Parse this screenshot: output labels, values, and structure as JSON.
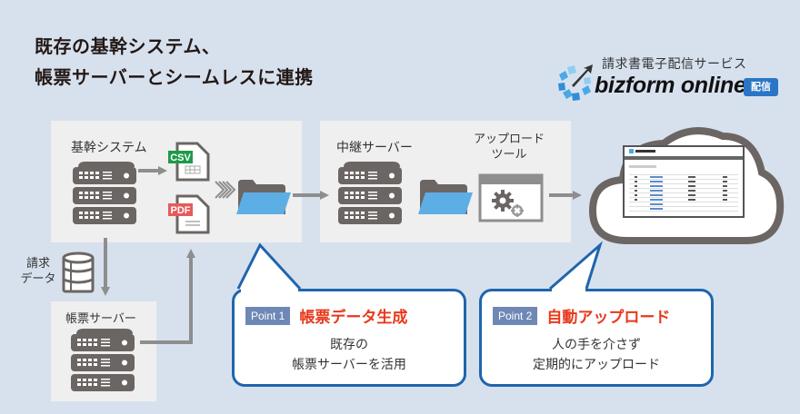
{
  "title": {
    "line1": "既存の基幹システム、",
    "line2": "帳票サーバーとシームレスに連携"
  },
  "brand": {
    "subtitle": "請求書電子配信サービス",
    "name": "bizform online",
    "badge": "配信",
    "logo_icon": "bizform-logo-icon",
    "colors": {
      "badge": "#2b76c4",
      "logo_blue": "#4aa8e8"
    }
  },
  "nodes": {
    "core_system": {
      "label": "基幹システム"
    },
    "csv_file": {
      "tag": "CSV",
      "color": "#1e9a4a"
    },
    "pdf_file": {
      "tag": "PDF",
      "color": "#e85a5a"
    },
    "relay_server": {
      "label": "中継サーバー"
    },
    "upload_tool": {
      "label_line1": "アップロード",
      "label_line2": "ツール"
    },
    "billing_data": {
      "label_line1": "請求",
      "label_line2": "データ"
    },
    "form_server": {
      "label": "帳票サーバー"
    }
  },
  "points": [
    {
      "tag": "Point 1",
      "title": "帳票データ生成",
      "body_line1": "既存の",
      "body_line2": "帳票サーバーを活用"
    },
    {
      "tag": "Point 2",
      "title": "自動アップロード",
      "body_line1": "人の手を介さず",
      "body_line2": "定期的にアップロード"
    }
  ],
  "colors": {
    "background": "#d7e1ee",
    "panel": "#efefef",
    "server": "#6b6663",
    "folder": "#5eaee6",
    "arrow": "#8e8e8e",
    "callout_border": "#1f65ad",
    "point_title": "#e8381b",
    "point_tag": "#6e88b5"
  }
}
